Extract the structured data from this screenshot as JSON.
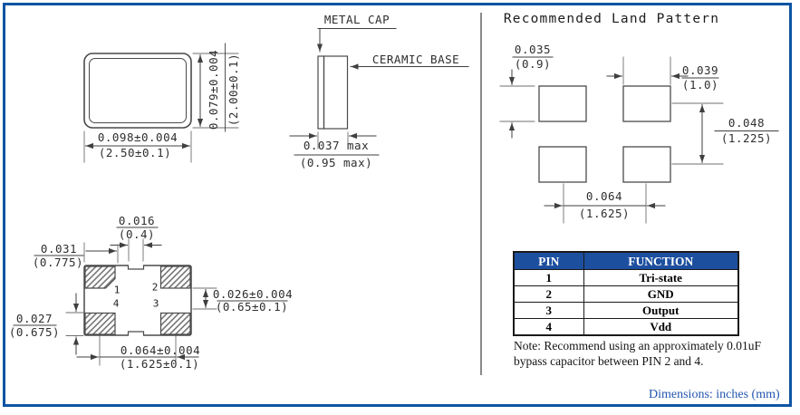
{
  "frame_color": "#0d55a4",
  "land_pattern_title": "Recommended Land Pattern",
  "top_view": {
    "width": {
      "inch": "0.098±0.004",
      "mm": "(2.50±0.1)"
    },
    "height": {
      "inch": "0.079±0.004",
      "mm": "(2.00±0.1)"
    }
  },
  "side_view": {
    "metal_cap_label": "METAL CAP",
    "ceramic_base_label": "CERAMIC BASE",
    "thickness": {
      "inch": "0.037 max",
      "mm": "(0.95 max)"
    }
  },
  "land_pattern": {
    "pad_height": {
      "inch": "0.035",
      "mm": "(0.9)"
    },
    "pad_width": {
      "inch": "0.039",
      "mm": "(1.0)"
    },
    "row_spacing": {
      "inch": "0.048",
      "mm": "(1.225)"
    },
    "column_spacing": {
      "inch": "0.064",
      "mm": "(1.625)"
    }
  },
  "bottom_view": {
    "pin1": "1",
    "pin2": "2",
    "pin3": "3",
    "pin4": "4",
    "notch": {
      "inch": "0.016",
      "mm": "(0.4)"
    },
    "edge_to_pad": {
      "inch": "0.031",
      "mm": "(0.775)"
    },
    "pad_height": {
      "inch": "0.027",
      "mm": "(0.675)"
    },
    "pad_gap": {
      "inch": "0.026±0.004",
      "mm": "(0.65±0.1)"
    },
    "pad_pitch": {
      "inch": "0.064±0.004",
      "mm": "(1.625±0.1)"
    }
  },
  "pin_table": {
    "header_bg": "#1d4f9f",
    "header_fg": "#ffffff",
    "headers": [
      "PIN",
      "FUNCTION"
    ],
    "rows": [
      [
        "1",
        "Tri-state"
      ],
      [
        "2",
        "GND"
      ],
      [
        "3",
        "Output"
      ],
      [
        "4",
        "Vdd"
      ]
    ]
  },
  "note": {
    "line1": "Note: Recommend using an approximately 0.01uF",
    "line2": "bypass capacitor between PIN 2 and 4."
  },
  "footer": {
    "dimensions_label": "Dimensions: inches (mm)",
    "color": "#2356af"
  }
}
